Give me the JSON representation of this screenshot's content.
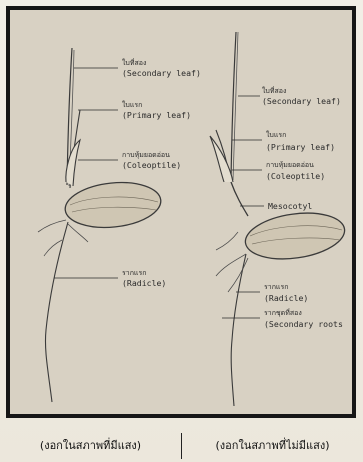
{
  "left_seedling": {
    "secondary_leaf": {
      "th": "ใบที่สอง",
      "en": "(Secondary leaf)"
    },
    "primary_leaf": {
      "th": "ใบแรก",
      "en": "(Primary leaf)"
    },
    "coleoptile": {
      "th": "กาบหุ้มยอดอ่อน",
      "en": "(Coleoptile)"
    },
    "radicle": {
      "th": "รากแรก",
      "en": "(Radicle)"
    }
  },
  "right_seedling": {
    "secondary_leaf": {
      "th": "ใบที่สอง",
      "en": "(Secondary leaf)"
    },
    "primary_leaf": {
      "th": "ใบแรก",
      "en": "(Primary leaf)"
    },
    "coleoptile": {
      "th": "กาบหุ้มยอดอ่อน",
      "en": "(Coleoptile)"
    },
    "mesocotyl": {
      "en": "Mesocotyl"
    },
    "radicle": {
      "th": "รากแรก",
      "en": "(Radicle)"
    },
    "secondary_roots": {
      "th": "รากชุดที่สอง",
      "en": "(Secondary roots"
    }
  },
  "captions": {
    "left": "(งอกในสภาพที่มีแสง)",
    "right": "(งอกในสภาพที่ไม่มีแสง)"
  }
}
